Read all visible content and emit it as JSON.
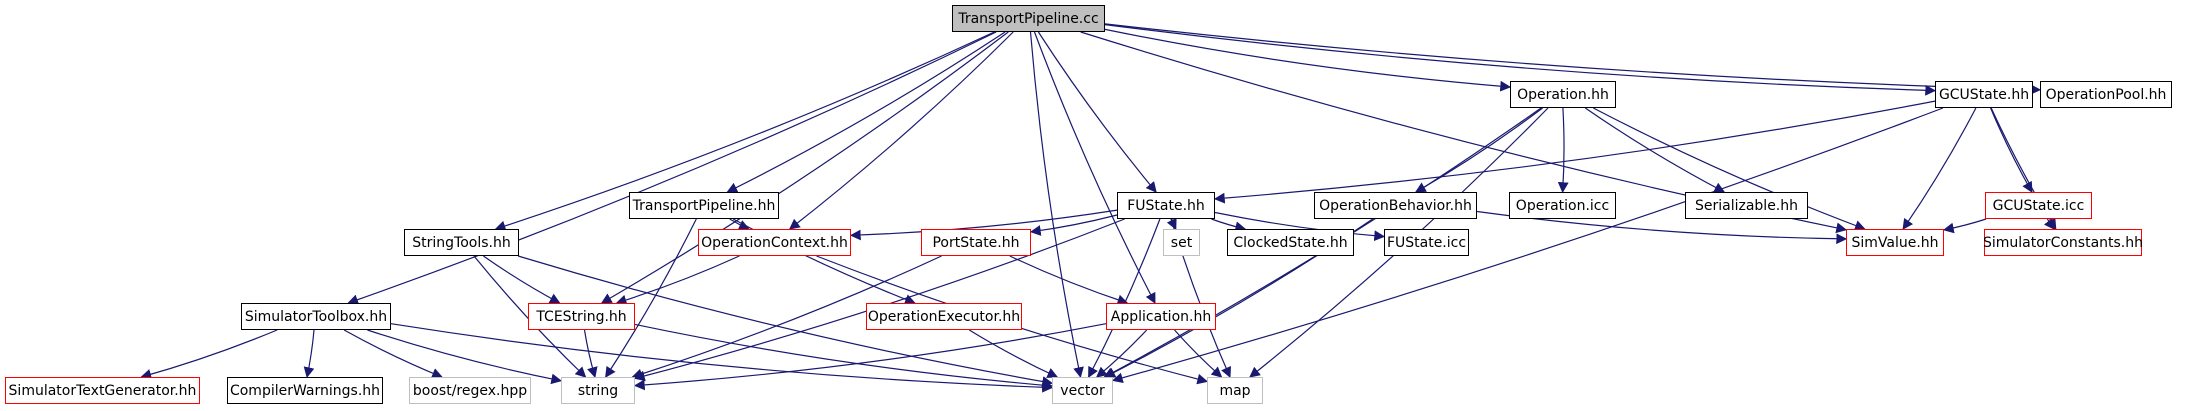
{
  "diagram": {
    "type": "include-dependency-graph",
    "colors": {
      "edge": "#191970",
      "root_fill": "#bfbfbf",
      "documented_border": "#000000",
      "has_includes_border": "#ff0000",
      "external_border": "#bfbfbf"
    },
    "nodes": [
      {
        "id": "root",
        "label": "TransportPipeline.cc",
        "kind": "root"
      },
      {
        "id": "gcustate_hh",
        "label": "GCUState.hh",
        "kind": "documented"
      },
      {
        "id": "operationpool_hh",
        "label": "OperationPool.hh",
        "kind": "documented"
      },
      {
        "id": "operation_hh",
        "label": "Operation.hh",
        "kind": "documented"
      },
      {
        "id": "transportpipeline_hh",
        "label": "TransportPipeline.hh",
        "kind": "documented"
      },
      {
        "id": "fustate_hh",
        "label": "FUState.hh",
        "kind": "documented"
      },
      {
        "id": "operationbehavior_hh",
        "label": "OperationBehavior.hh",
        "kind": "documented"
      },
      {
        "id": "operation_icc",
        "label": "Operation.icc",
        "kind": "documented"
      },
      {
        "id": "serializable_hh",
        "label": "Serializable.hh",
        "kind": "documented"
      },
      {
        "id": "gcustate_icc",
        "label": "GCUState.icc",
        "kind": "has-includes"
      },
      {
        "id": "stringtools_hh",
        "label": "StringTools.hh",
        "kind": "documented"
      },
      {
        "id": "operationcontext_hh",
        "label": "OperationContext.hh",
        "kind": "has-includes"
      },
      {
        "id": "portstate_hh",
        "label": "PortState.hh",
        "kind": "has-includes"
      },
      {
        "id": "set",
        "label": "set",
        "kind": "external"
      },
      {
        "id": "clockedstate_hh",
        "label": "ClockedState.hh",
        "kind": "documented"
      },
      {
        "id": "fustate_icc",
        "label": "FUState.icc",
        "kind": "documented"
      },
      {
        "id": "simvalue_hh",
        "label": "SimValue.hh",
        "kind": "has-includes"
      },
      {
        "id": "simulatorconstants_hh",
        "label": "SimulatorConstants.hh",
        "kind": "has-includes"
      },
      {
        "id": "simulatortoolbox_hh",
        "label": "SimulatorToolbox.hh",
        "kind": "documented"
      },
      {
        "id": "tcestring_hh",
        "label": "TCEString.hh",
        "kind": "has-includes"
      },
      {
        "id": "operationexecutor_hh",
        "label": "OperationExecutor.hh",
        "kind": "has-includes"
      },
      {
        "id": "application_hh",
        "label": "Application.hh",
        "kind": "has-includes"
      },
      {
        "id": "simulatortextgenerator_hh",
        "label": "SimulatorTextGenerator.hh",
        "kind": "has-includes"
      },
      {
        "id": "compilerwarnings_hh",
        "label": "CompilerWarnings.hh",
        "kind": "documented"
      },
      {
        "id": "boost_regex_hpp",
        "label": "boost/regex.hpp",
        "kind": "external"
      },
      {
        "id": "string",
        "label": "string",
        "kind": "external"
      },
      {
        "id": "vector",
        "label": "vector",
        "kind": "external"
      },
      {
        "id": "map",
        "label": "map",
        "kind": "external"
      }
    ],
    "edges": [
      [
        "root",
        "gcustate_hh"
      ],
      [
        "root",
        "operationpool_hh"
      ],
      [
        "root",
        "operation_hh"
      ],
      [
        "root",
        "transportpipeline_hh"
      ],
      [
        "root",
        "fustate_hh"
      ],
      [
        "root",
        "operationcontext_hh"
      ],
      [
        "root",
        "stringtools_hh"
      ],
      [
        "root",
        "simulatortoolbox_hh"
      ],
      [
        "root",
        "tcestring_hh"
      ],
      [
        "root",
        "application_hh"
      ],
      [
        "root",
        "vector"
      ],
      [
        "root",
        "simvalue_hh"
      ],
      [
        "gcustate_hh",
        "fustate_hh"
      ],
      [
        "gcustate_hh",
        "gcustate_icc"
      ],
      [
        "gcustate_hh",
        "simvalue_hh"
      ],
      [
        "gcustate_hh",
        "simulatorconstants_hh"
      ],
      [
        "gcustate_hh",
        "vector"
      ],
      [
        "gcustate_icc",
        "simvalue_hh"
      ],
      [
        "gcustate_icc",
        "simulatorconstants_hh"
      ],
      [
        "operation_hh",
        "operationbehavior_hh"
      ],
      [
        "operation_hh",
        "operation_icc"
      ],
      [
        "operation_hh",
        "serializable_hh"
      ],
      [
        "operation_hh",
        "simvalue_hh"
      ],
      [
        "operation_hh",
        "vector"
      ],
      [
        "operation_hh",
        "map"
      ],
      [
        "operationbehavior_hh",
        "simvalue_hh"
      ],
      [
        "operationbehavior_hh",
        "vector"
      ],
      [
        "transportpipeline_hh",
        "operationcontext_hh"
      ],
      [
        "transportpipeline_hh",
        "operationexecutor_hh"
      ],
      [
        "transportpipeline_hh",
        "string"
      ],
      [
        "fustate_hh",
        "operationcontext_hh"
      ],
      [
        "fustate_hh",
        "portstate_hh"
      ],
      [
        "fustate_hh",
        "set"
      ],
      [
        "fustate_hh",
        "clockedstate_hh"
      ],
      [
        "fustate_hh",
        "fustate_icc"
      ],
      [
        "fustate_hh",
        "string"
      ],
      [
        "fustate_hh",
        "vector"
      ],
      [
        "fustate_hh",
        "map"
      ],
      [
        "operationcontext_hh",
        "tcestring_hh"
      ],
      [
        "operationcontext_hh",
        "map"
      ],
      [
        "portstate_hh",
        "application_hh"
      ],
      [
        "portstate_hh",
        "string"
      ],
      [
        "stringtools_hh",
        "tcestring_hh"
      ],
      [
        "stringtools_hh",
        "string"
      ],
      [
        "stringtools_hh",
        "vector"
      ],
      [
        "tcestring_hh",
        "string"
      ],
      [
        "tcestring_hh",
        "vector"
      ],
      [
        "operationexecutor_hh",
        "vector"
      ],
      [
        "application_hh",
        "string"
      ],
      [
        "application_hh",
        "vector"
      ],
      [
        "application_hh",
        "map"
      ],
      [
        "simulatortoolbox_hh",
        "simulatortextgenerator_hh"
      ],
      [
        "simulatortoolbox_hh",
        "compilerwarnings_hh"
      ],
      [
        "simulatortoolbox_hh",
        "boost_regex_hpp"
      ],
      [
        "simulatortoolbox_hh",
        "string"
      ],
      [
        "simulatortoolbox_hh",
        "vector"
      ]
    ]
  }
}
